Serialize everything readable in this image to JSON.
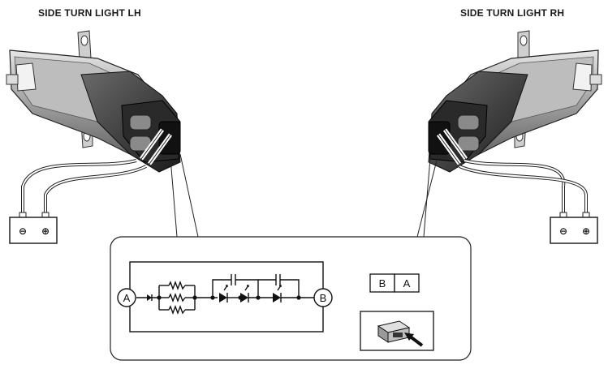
{
  "labels": {
    "left_light": "SIDE TURN LIGHT LH",
    "right_light": "SIDE TURN LIGHT RH"
  },
  "battery": {
    "negative": "⊖",
    "positive": "⊕"
  },
  "circuit": {
    "node_a": "A",
    "node_b": "B"
  },
  "connector_pins": [
    "B",
    "A"
  ]
}
